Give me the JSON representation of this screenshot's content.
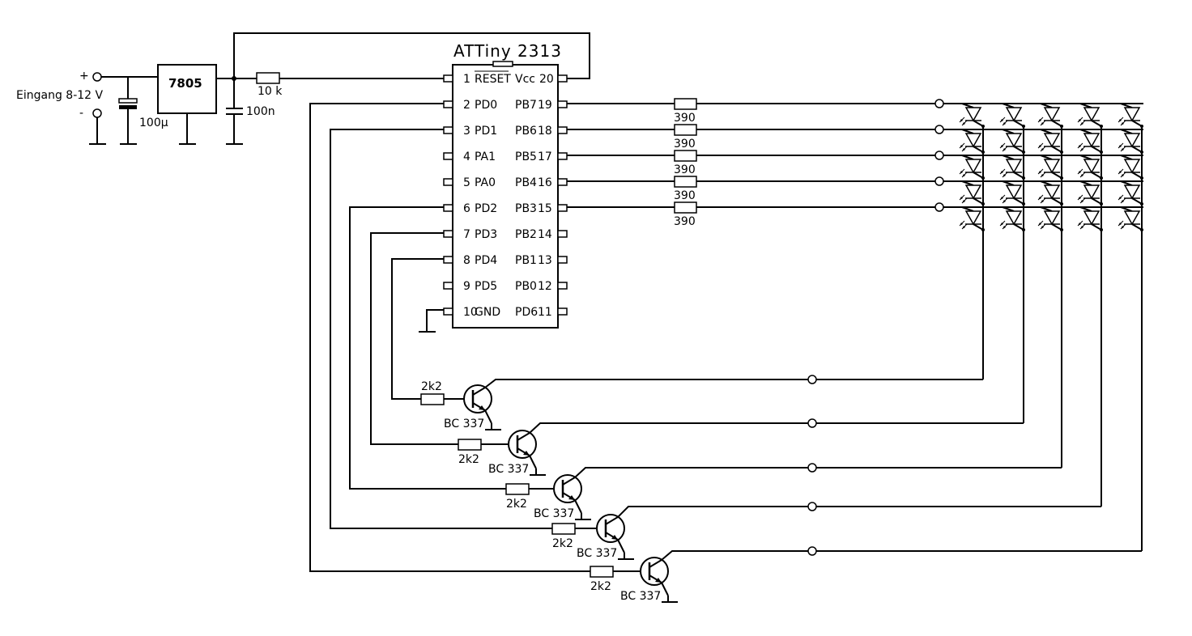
{
  "title": "ATTiny 2313",
  "power": {
    "plus": "+",
    "minus": "-",
    "input_label": "Eingang 8-12 V",
    "regulator": "7805",
    "cap_elko": "100µ",
    "cap_ceramic": "100n",
    "reset_resistor": "10 k"
  },
  "pins_left": [
    {
      "num": "1",
      "name": "RESET"
    },
    {
      "num": "2",
      "name": "PD0"
    },
    {
      "num": "3",
      "name": "PD1"
    },
    {
      "num": "4",
      "name": "PA1"
    },
    {
      "num": "5",
      "name": "PA0"
    },
    {
      "num": "6",
      "name": "PD2"
    },
    {
      "num": "7",
      "name": "PD3"
    },
    {
      "num": "8",
      "name": "PD4"
    },
    {
      "num": "9",
      "name": "PD5"
    },
    {
      "num": "10",
      "name": "GND"
    }
  ],
  "pins_right": [
    {
      "name": "Vcc",
      "num": "20"
    },
    {
      "name": "PB7",
      "num": "19"
    },
    {
      "name": "PB6",
      "num": "18"
    },
    {
      "name": "PB5",
      "num": "17"
    },
    {
      "name": "PB4",
      "num": "16"
    },
    {
      "name": "PB3",
      "num": "15"
    },
    {
      "name": "PB2",
      "num": "14"
    },
    {
      "name": "PB1",
      "num": "13"
    },
    {
      "name": "PB0",
      "num": "12"
    },
    {
      "name": "PD6",
      "num": "11"
    }
  ],
  "row_resistor": "390",
  "base_resistor": "2k2",
  "transistor": "BC 337",
  "led_matrix": {
    "rows": 5,
    "cols": 5
  }
}
